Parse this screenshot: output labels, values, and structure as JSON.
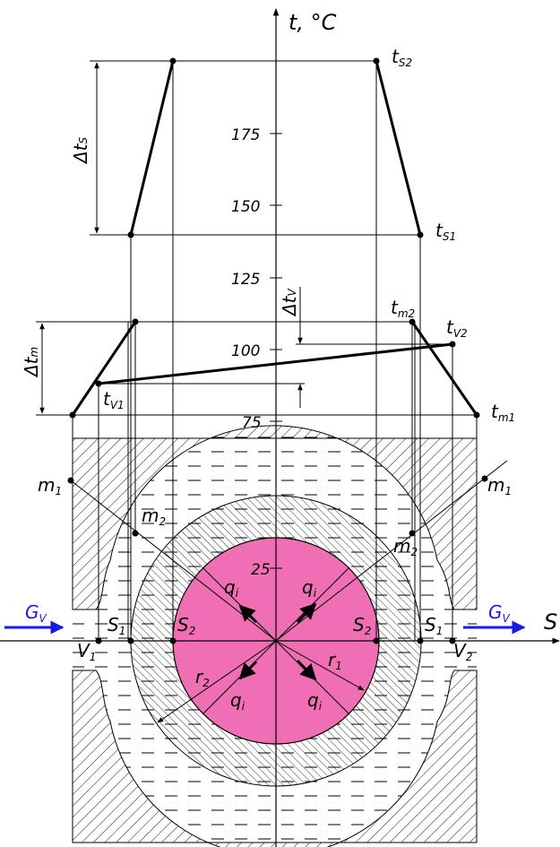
{
  "axes": {
    "t_label": "t, °C",
    "s_label": "S"
  },
  "ticks": [
    "175",
    "150",
    "125",
    "100",
    "75"
  ],
  "inner_tick": "25",
  "temp_labels": {
    "ts2": "t",
    "ts2_sub": "S2",
    "ts1": "t",
    "ts1_sub": "S1",
    "tm2": "t",
    "tm2_sub": "m2",
    "tm1": "t",
    "tm1_sub": "m1",
    "tv2": "t",
    "tv2_sub": "V2",
    "tv1": "t",
    "tv1_sub": "V1"
  },
  "deltas": {
    "dts": "Δt",
    "dts_sub": "S",
    "dtm": "Δt",
    "dtm_sub": "m",
    "dtv": "Δt",
    "dtv_sub": "V"
  },
  "points": {
    "m1_left": "m",
    "m1_right": "m",
    "m1_sub": "1",
    "m2_left": "m",
    "m2_right": "m",
    "m2_sub": "2",
    "s1": "S",
    "s1_sub": "1",
    "s2": "S",
    "s2_sub": "2",
    "v1": "V",
    "v1_sub": "1",
    "v2": "V",
    "v2_sub": "2"
  },
  "flow": {
    "gv": "G",
    "gv_sub": "V"
  },
  "heat": {
    "q": "q",
    "q_sub": "i"
  },
  "radii": {
    "r1": "r",
    "r1_sub": "1",
    "r2": "r",
    "r2_sub": "2"
  },
  "colors": {
    "core": "#f06fb4",
    "flow_arrow": "#1a1ae6"
  }
}
